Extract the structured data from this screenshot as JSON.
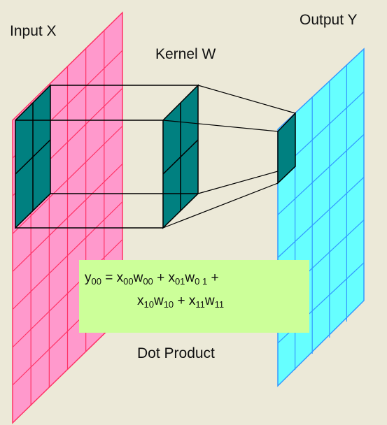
{
  "labels": {
    "input": "Input X",
    "kernel": "Kernel W",
    "output": "Output Y",
    "dot_product": "Dot Product"
  },
  "formula": {
    "line1": [
      {
        "b": "y",
        "s": "00"
      },
      {
        "t": " = "
      },
      {
        "b": "x",
        "s": "00"
      },
      {
        "b": "w",
        "s": "00"
      },
      {
        "t": " + "
      },
      {
        "b": "x",
        "s": "01"
      },
      {
        "b": "w",
        "s": "0 1"
      },
      {
        "t": " +"
      }
    ],
    "line2": [
      {
        "b": "x",
        "s": "10"
      },
      {
        "b": "w",
        "s": "10"
      },
      {
        "t": " + "
      },
      {
        "b": "x",
        "s": "11"
      },
      {
        "b": "w",
        "s": "11"
      }
    ]
  },
  "colors": {
    "background": "#ece9d8",
    "input_fill": "#ff99cc",
    "input_line": "#ff3366",
    "output_fill": "#66ffff",
    "output_line": "#3399ff",
    "kernel_fill": "#008080",
    "formula_bg": "#ccff99"
  }
}
